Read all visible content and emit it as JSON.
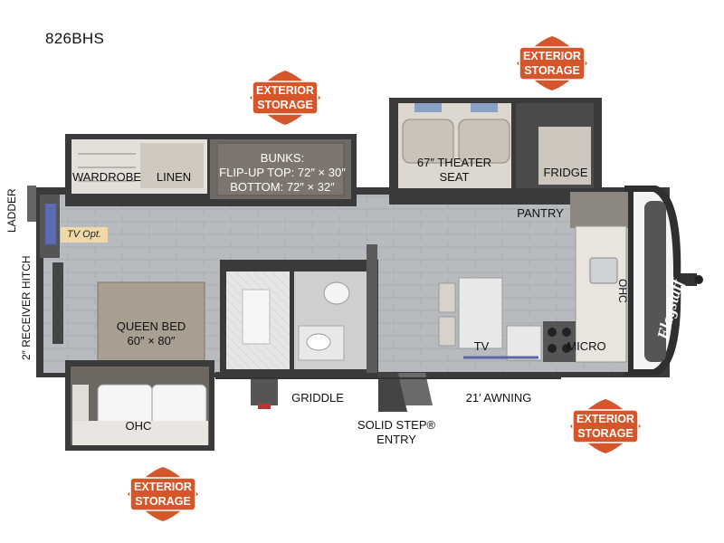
{
  "model": "826BHS",
  "labels": {
    "wardrobe": "WARDROBE",
    "linen": "LINEN",
    "bunks_l1": "BUNKS:",
    "bunks_l2": "FLIP-UP TOP: 72″ × 30″",
    "bunks_l3": "BOTTOM: 72″ × 32″",
    "theater_l1": "67″ THEATER",
    "theater_l2": "SEAT",
    "fridge": "FRIDGE",
    "pantry": "PANTRY",
    "ohc_front": "OHC",
    "tv": "TV",
    "micro": "MICRO",
    "queen_l1": "QUEEN BED",
    "queen_l2": "60″ × 80″",
    "ohc_rear": "OHC",
    "griddle": "GRIDDLE",
    "entry_l1": "SOLID STEP®",
    "entry_l2": "ENTRY",
    "awning": "21′ AWNING",
    "ladder": "LADDER",
    "hitch": "2″ RECEIVER HITCH",
    "tv_opt": "TV Opt.",
    "brand": "Flagstaff"
  },
  "badges": {
    "line1": "EXTERIOR",
    "line2": "STORAGE"
  },
  "colors": {
    "badge_orange": "#d4562a",
    "floor": "#b9bcc0",
    "wall": "#3a3a3a",
    "cabinet": "#d9d4cb",
    "queen_bed": "#a89f90",
    "tv_opt_bg": "#f1d9a7"
  }
}
